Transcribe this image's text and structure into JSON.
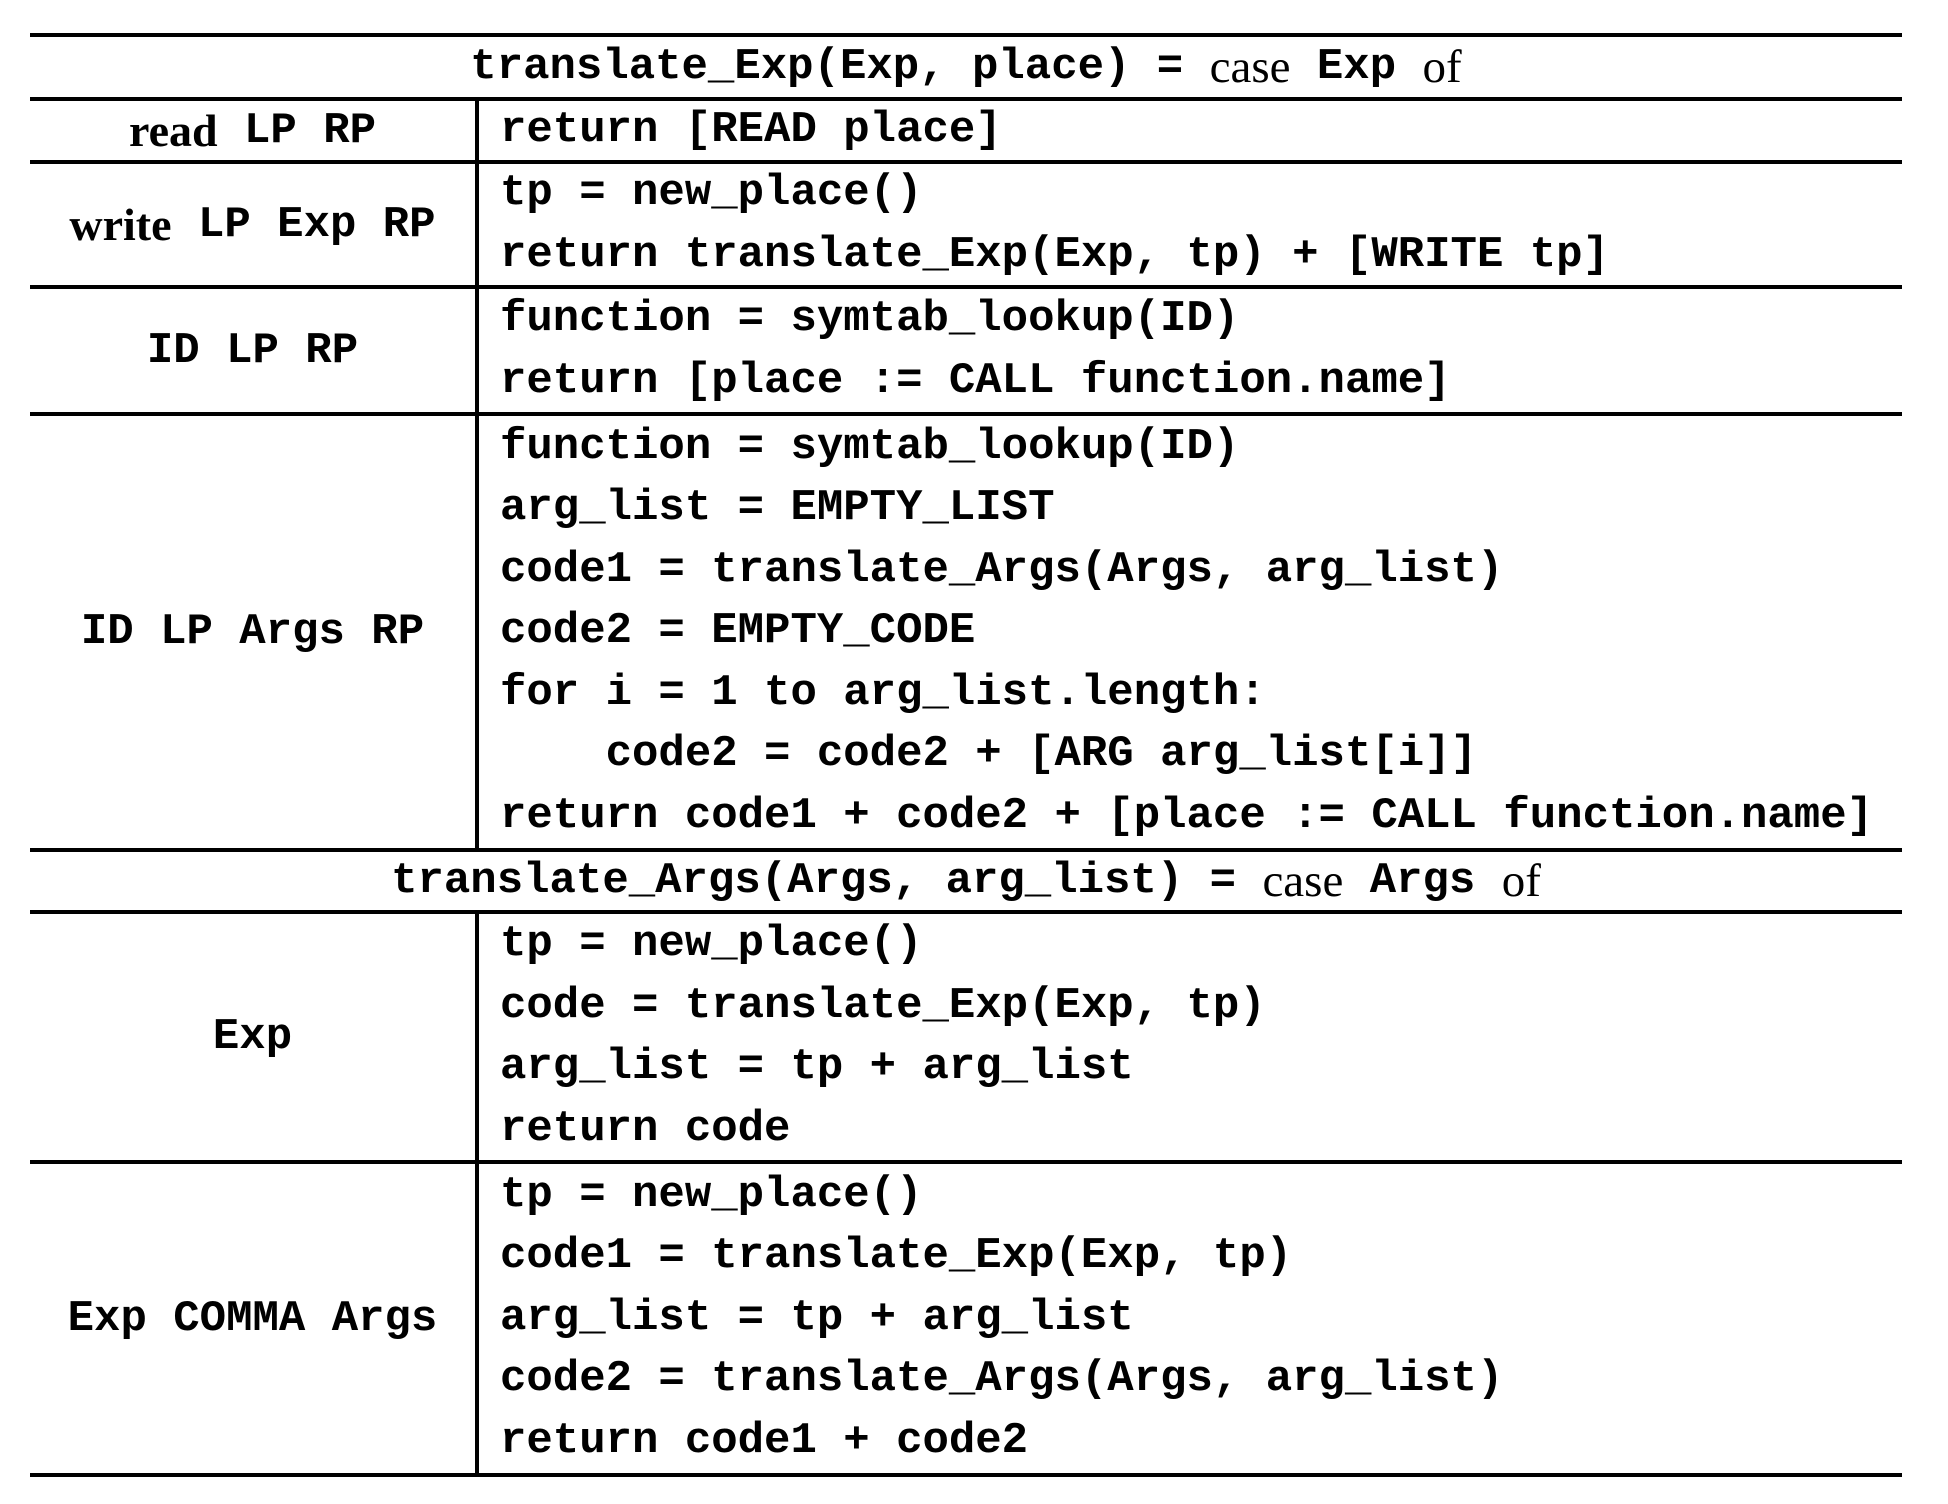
{
  "colors": {
    "background": "#ffffff",
    "text": "#000000",
    "rule": "#000000"
  },
  "headers": [
    {
      "pre": "translate_Exp(Exp, place) = ",
      "case_word": "case",
      "mid": " Exp ",
      "of_word": "of"
    },
    {
      "pre": "translate_Args(Args, arg_list) = ",
      "case_word": "case",
      "mid": " Args ",
      "of_word": "of"
    }
  ],
  "rows": [
    {
      "label_kw": "read",
      "label_rest": " LP RP",
      "lines": [
        "return [READ place]"
      ]
    },
    {
      "label_kw": "write",
      "label_rest": " LP Exp RP",
      "lines": [
        "tp = new_place()",
        "return translate_Exp(Exp, tp) + [WRITE tp]"
      ]
    },
    {
      "label_kw": "",
      "label_rest": "ID LP RP",
      "lines": [
        "function = symtab_lookup(ID)",
        "return [place := CALL function.name]"
      ]
    },
    {
      "label_kw": "",
      "label_rest": "ID LP Args RP",
      "lines": [
        "function = symtab_lookup(ID)",
        "arg_list = EMPTY_LIST",
        "code1 = translate_Args(Args, arg_list)",
        "code2 = EMPTY_CODE",
        "for i = 1 to arg_list.length:",
        "    code2 = code2 + [ARG arg_list[i]]",
        "return code1 + code2 + [place := CALL function.name]"
      ]
    },
    {
      "label_kw": "",
      "label_rest": "Exp",
      "lines": [
        "tp = new_place()",
        "code = translate_Exp(Exp, tp)",
        "arg_list = tp + arg_list",
        "return code"
      ]
    },
    {
      "label_kw": "",
      "label_rest": "Exp COMMA Args",
      "lines": [
        "tp = new_place()",
        "code1 = translate_Exp(Exp, tp)",
        "arg_list = tp + arg_list",
        "code2 = translate_Args(Args, arg_list)",
        "return code1 + code2"
      ]
    }
  ]
}
